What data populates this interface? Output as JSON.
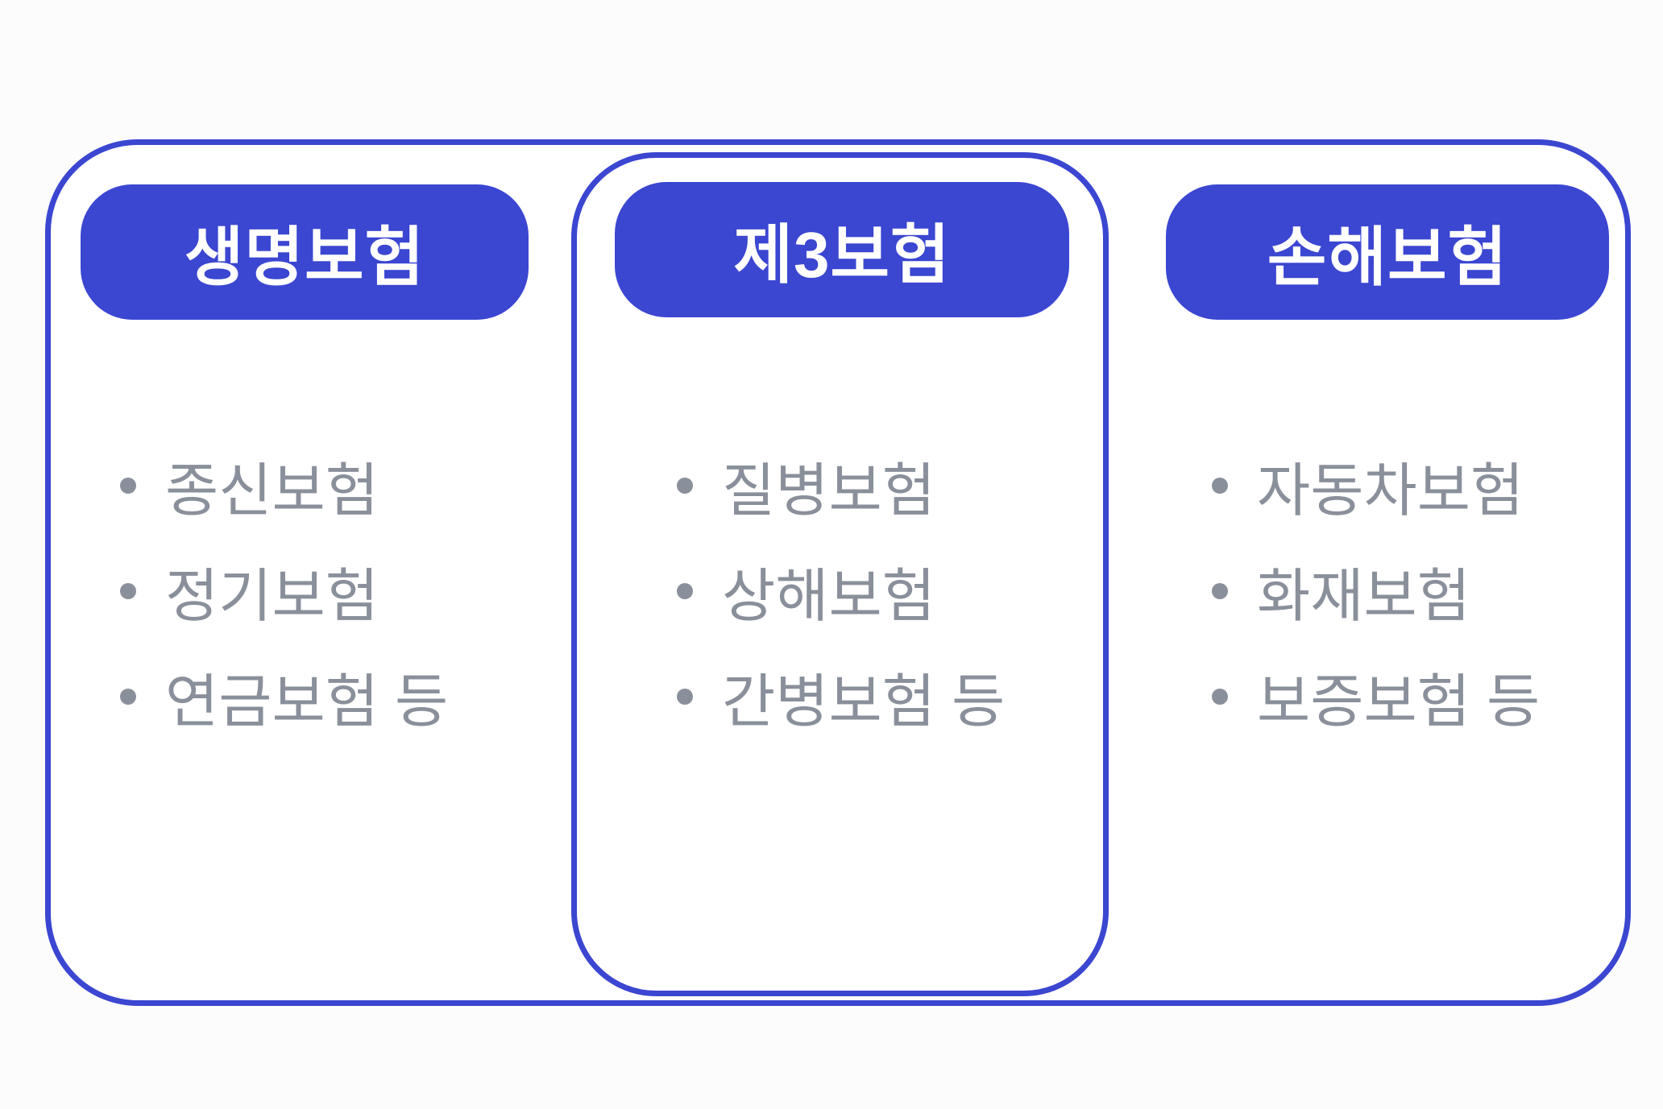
{
  "colors": {
    "accent_blue": "#3b46d1",
    "bullet_gray": "#8a909b",
    "background": "#fcfcfd",
    "box_background": "#ffffff",
    "header_text": "#ffffff"
  },
  "columns": [
    {
      "header": "생명보험",
      "items": [
        "종신보험",
        "정기보험",
        "연금보험 등"
      ]
    },
    {
      "header": "제3보험",
      "items": [
        "질병보험",
        "상해보험",
        "간병보험 등"
      ]
    },
    {
      "header": "손해보험",
      "items": [
        "자동차보험",
        "화재보험",
        "보증보험 등"
      ]
    }
  ]
}
